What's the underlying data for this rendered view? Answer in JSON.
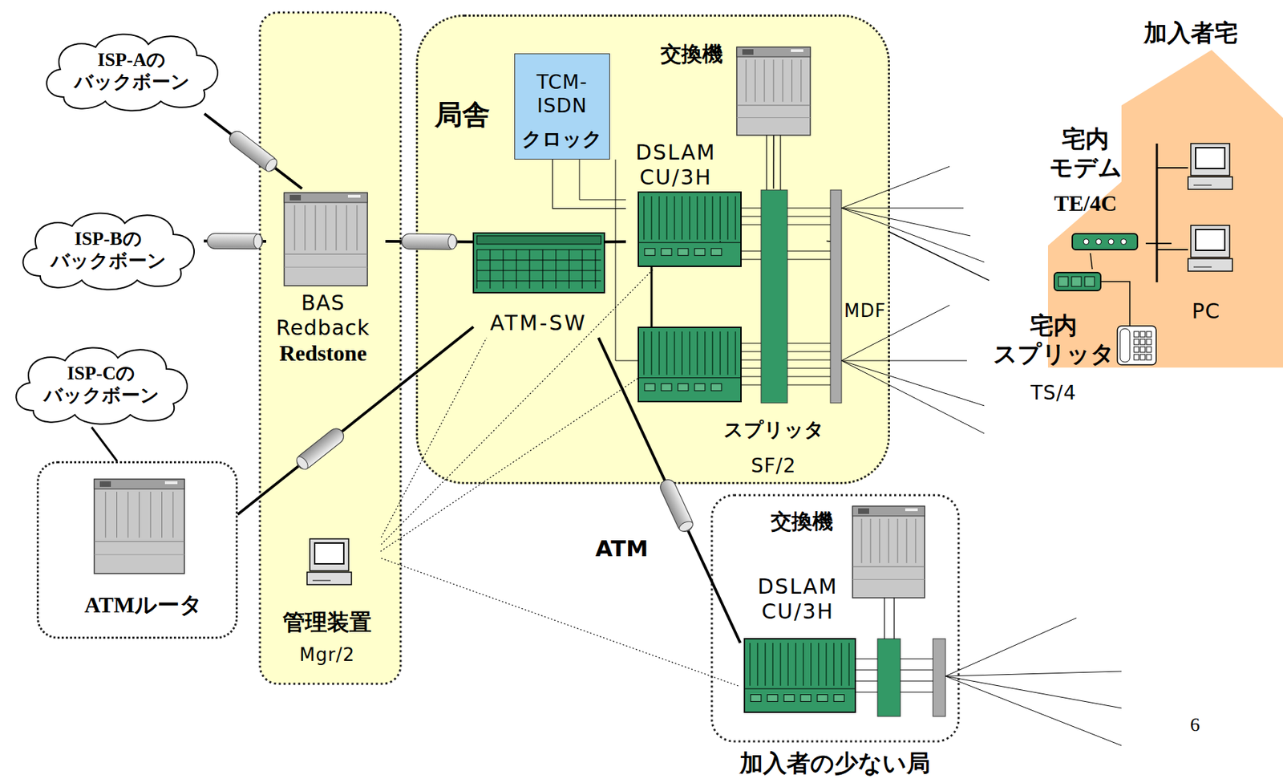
{
  "diagram": {
    "nodes": [
      {
        "text": [
          "ISP-Aの バックボーン"
        ]
      },
      {
        "text": [
          "ISP-Bの バックボーン"
        ]
      },
      {
        "text": [
          "ISP-Cの バックボーン"
        ]
      },
      {
        "text": [
          "BAS",
          "Redback",
          "Redstone"
        ]
      },
      {
        "text": [
          "管理装置",
          "Mgr/2"
        ]
      },
      {
        "text": [
          "ATMルータ"
        ]
      },
      {
        "text": [
          "局舎"
        ]
      },
      {
        "text": [
          "TCM- ISDN",
          "クロック"
        ],
        "in": 6
      },
      {
        "text": [
          "交換機"
        ],
        "in": 6
      },
      {
        "text": [
          "DSLAM CU/3H"
        ],
        "in": 6
      },
      {
        "text": [
          "ATM-SW"
        ],
        "in": 6
      },
      {
        "text": [
          "スプリッタ",
          "SF/2"
        ],
        "in": 6
      },
      {
        "text": [
          "MDF"
        ],
        "in": 6
      },
      {
        "text": [
          "加入者の少ない局"
        ]
      },
      {
        "text": [
          "交換機"
        ],
        "in": 13
      },
      {
        "text": [
          "DSLAM CU/3H"
        ],
        "in": 13
      },
      {
        "text": [
          "加入者宅"
        ]
      },
      {
        "text": [
          "宅内 モデム",
          "TE/4C"
        ],
        "in": 16
      },
      {
        "text": [
          "PC"
        ],
        "in": 16
      },
      {
        "text": [
          "宅内 スプリッタ",
          "TS/4"
        ],
        "in": 16
      }
    ],
    "edges": [
      {
        "from": 0,
        "to": 3,
        "arrow": "none"
      },
      {
        "from": 1,
        "to": 3,
        "arrow": "none"
      },
      {
        "from": 3,
        "to": 10,
        "arrow": "none"
      },
      {
        "from": 10,
        "to": 9,
        "arrow": "none"
      },
      {
        "from": 10,
        "to": 5,
        "arrow": "none"
      },
      {
        "from": 2,
        "to": 5,
        "arrow": "none"
      },
      {
        "from": 10,
        "to": 15,
        "arrow": "none"
      },
      {
        "from": 7,
        "to": 9,
        "arrow": "none"
      },
      {
        "from": 8,
        "to": 11,
        "arrow": "none"
      },
      {
        "from": 9,
        "to": 11,
        "arrow": "none"
      },
      {
        "from": 11,
        "to": 12,
        "arrow": "none"
      },
      {
        "from": 12,
        "to": 19,
        "arrow": "none"
      },
      {
        "from": 19,
        "to": 17,
        "arrow": "none"
      },
      {
        "from": 17,
        "to": 18,
        "arrow": "none"
      },
      {
        "from": 4,
        "to": 10,
        "arrow": "none"
      },
      {
        "from": 4,
        "to": 9,
        "arrow": "none"
      },
      {
        "from": 4,
        "to": 15,
        "arrow": "none"
      }
    ],
    "labels": [
      "ATM",
      "6"
    ]
  }
}
